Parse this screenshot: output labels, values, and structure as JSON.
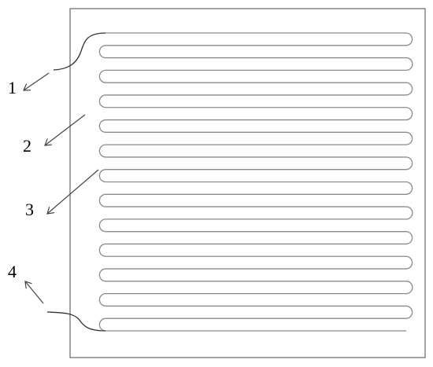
{
  "diagram": {
    "callouts": [
      {
        "label": "1",
        "part": "inlet"
      },
      {
        "label": "2",
        "part": "plate"
      },
      {
        "label": "3",
        "part": "serpentine-tube"
      },
      {
        "label": "4",
        "part": "outlet"
      }
    ],
    "tube_pass_count": 25,
    "colors": {
      "outline": "#555555",
      "tube": "#8a8a8a",
      "arrow": "#444444",
      "label": "#000000"
    }
  }
}
